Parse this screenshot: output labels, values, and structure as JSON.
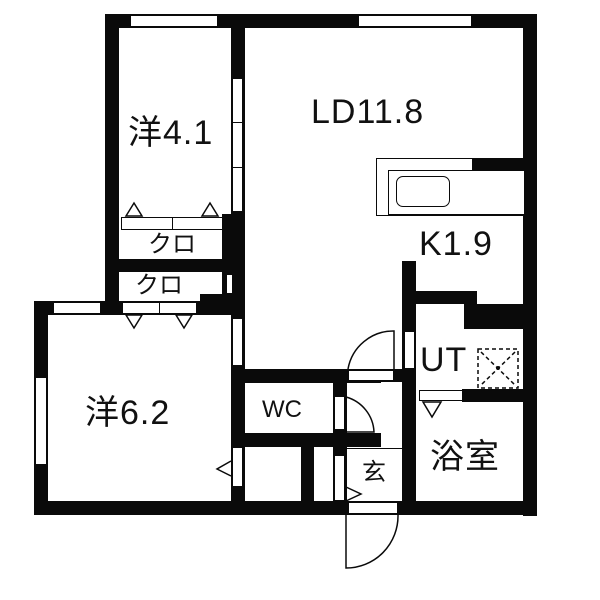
{
  "plan": {
    "rooms": [
      {
        "id": "western-room-1",
        "label": "洋4.1"
      },
      {
        "id": "living-dining",
        "label": "LD11.8"
      },
      {
        "id": "kitchen",
        "label": "K1.9"
      },
      {
        "id": "closet-1",
        "label": "クロ"
      },
      {
        "id": "closet-2",
        "label": "クロ"
      },
      {
        "id": "western-room-2",
        "label": "洋6.2"
      },
      {
        "id": "toilet",
        "label": "WC"
      },
      {
        "id": "utility",
        "label": "UT"
      },
      {
        "id": "bathroom",
        "label": "浴室"
      },
      {
        "id": "entrance",
        "label": "玄"
      }
    ],
    "colors": {
      "wall": "#0a0a0a",
      "background": "#ffffff"
    }
  }
}
